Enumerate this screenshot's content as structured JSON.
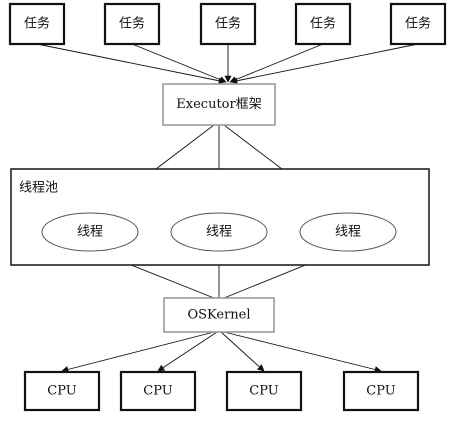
{
  "tasks": [
    {
      "label": "任务"
    },
    {
      "label": "任务"
    },
    {
      "label": "任务"
    },
    {
      "label": "任务"
    },
    {
      "label": "任务"
    }
  ],
  "executor": {
    "label": "Executor框架"
  },
  "thread_pool": {
    "label": "线程池",
    "threads": [
      {
        "label": "线程"
      },
      {
        "label": "线程"
      },
      {
        "label": "线程"
      }
    ]
  },
  "kernel": {
    "label": "OSKernel"
  },
  "cpus": [
    {
      "label": "CPU"
    },
    {
      "label": "CPU"
    },
    {
      "label": "CPU"
    },
    {
      "label": "CPU"
    }
  ]
}
